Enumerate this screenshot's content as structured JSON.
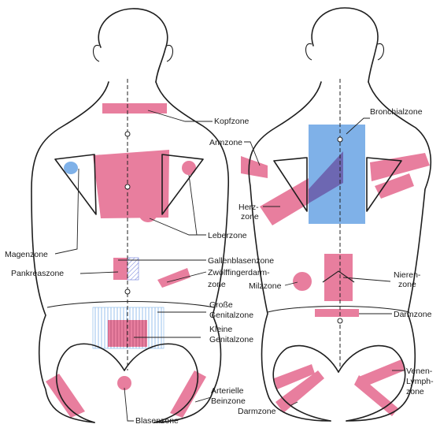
{
  "colors": {
    "zone_pink": "#e87e9e",
    "zone_blue": "#7fb1e8",
    "zone_purple": "#6a5aa8",
    "outline": "#1e1e1e"
  },
  "labels": {
    "kopfzone": "Kopfzone",
    "bronchialzone": "Bronchialzone",
    "armzone": "Armzone",
    "herzzone_1": "Herz-",
    "herzzone_2": "zone",
    "leberzone": "Leberzone",
    "magenzone": "Magenzone",
    "gallenblasenzone": "Gallenblasenzone",
    "pankreaszone": "Pankreaszone",
    "zwoelffinger_1": "Zwölffingerdarm-",
    "zwoelffinger_2": "zone",
    "milzzone": "Milzzone",
    "nierenzone_1": "Nieren-",
    "nierenzone_2": "zone",
    "grosse_genital_1": "Große",
    "grosse_genital_2": "Genitalzone",
    "kleine_genital_1": "Kleine",
    "kleine_genital_2": "Genitalzone",
    "darmzone_right": "Darmzone",
    "venen_1": "Venen-",
    "venen_2": "Lymph-",
    "venen_3": "zone",
    "arterielle_1": "Arterielle",
    "arterielle_2": "Beinzone",
    "darmzone_bottom": "Darmzone",
    "blasenzone": "Blasenzone"
  }
}
